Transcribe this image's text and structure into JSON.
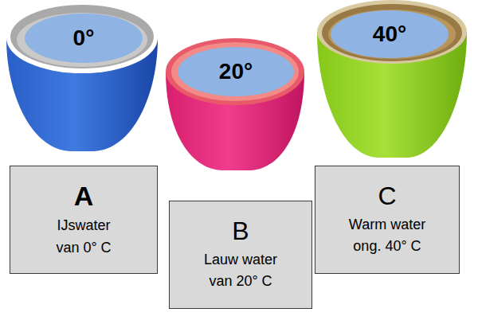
{
  "diagram": {
    "nodes": [
      {
        "text": [
          "0°"
        ]
      },
      {
        "text": [
          "20°"
        ]
      },
      {
        "text": [
          "40°"
        ]
      },
      {
        "text": [
          "A",
          "IJswater van 0° C"
        ]
      },
      {
        "text": [
          "B",
          "Lauw water van 20° C"
        ]
      },
      {
        "text": [
          "C",
          "Warm water ong. 40° C"
        ]
      }
    ]
  }
}
